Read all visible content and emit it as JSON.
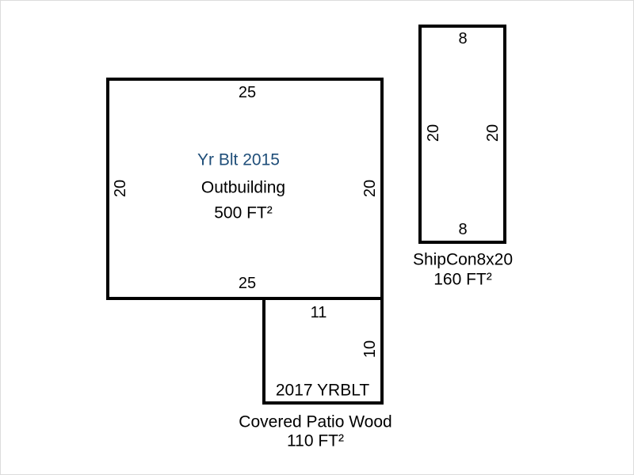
{
  "diagram": {
    "outbuilding": {
      "year_label": "Yr Blt 2015",
      "name": "Outbuilding",
      "area": "500 FT²",
      "dim_top": "25",
      "dim_left": "20",
      "dim_right": "20",
      "dim_bottom": "25"
    },
    "patio": {
      "dim_top": "11",
      "dim_right": "10",
      "year_label": "2017 YRBLT",
      "name": "Covered Patio Wood",
      "area": "110 FT²"
    },
    "shipcon": {
      "dim_top": "8",
      "dim_left": "20",
      "dim_right": "20",
      "dim_bottom": "8",
      "name": "ShipCon8x20",
      "area": "160 FT²"
    },
    "colors": {
      "outline": "#000000",
      "text": "#000000",
      "year_text": "#1f4e79",
      "background": "#ffffff"
    }
  }
}
